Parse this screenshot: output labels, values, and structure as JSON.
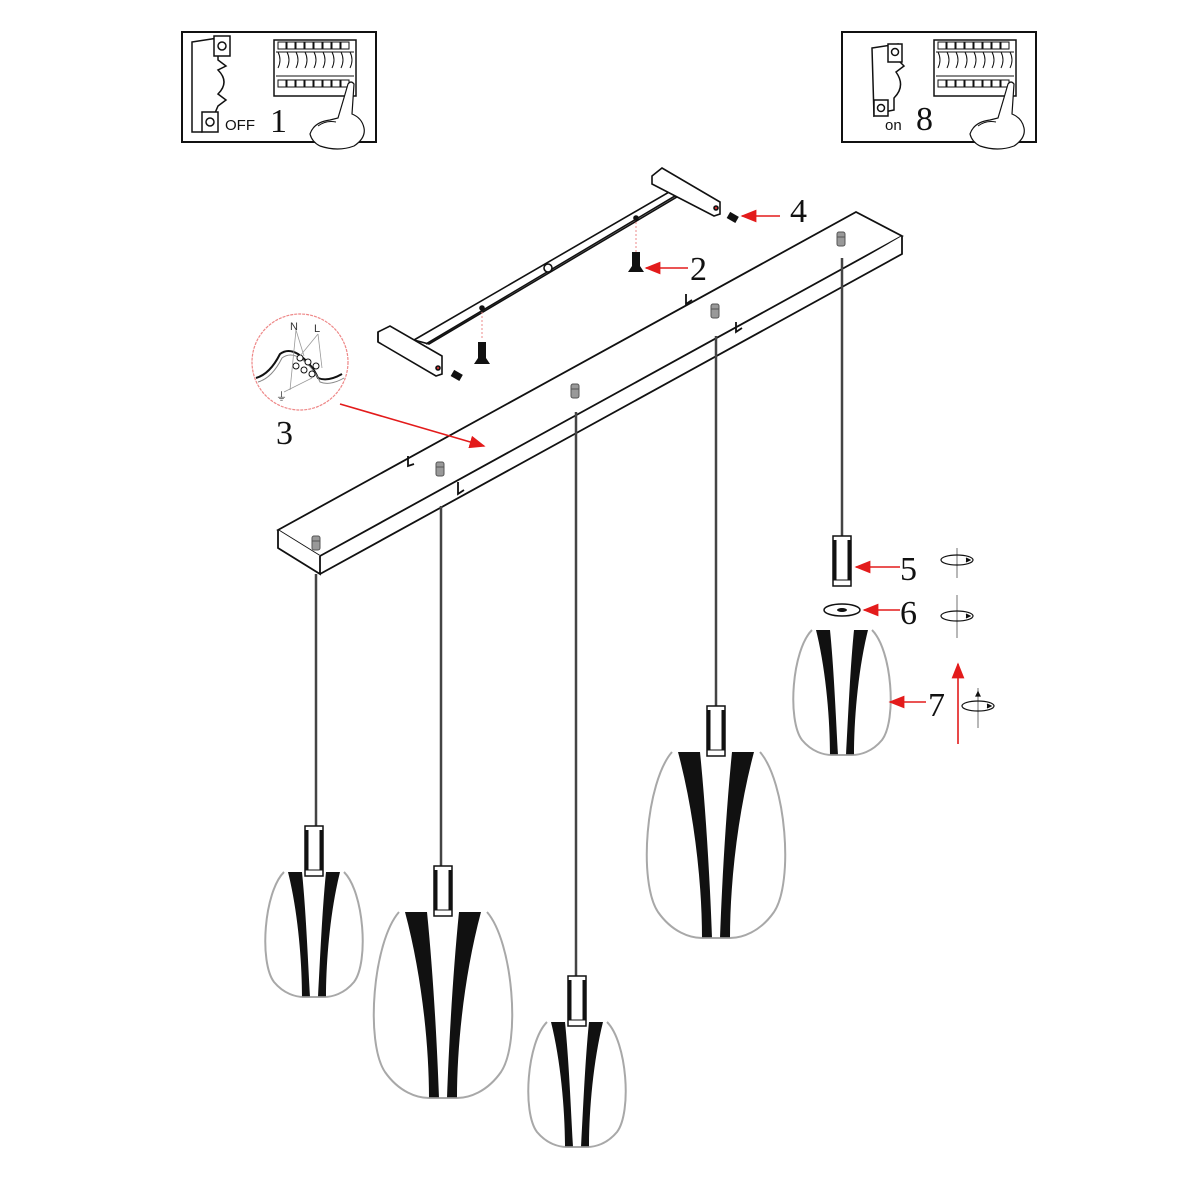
{
  "diagram": {
    "type": "assembly-instructions",
    "subject": "5-light linear pendant with teardrop glass shades"
  },
  "panels": {
    "power_off": {
      "step": "1",
      "switch_label": "OFF"
    },
    "power_on": {
      "step": "8",
      "switch_label": "on"
    }
  },
  "callouts": [
    {
      "id": "2",
      "label": "2",
      "part": "mounting-screw"
    },
    {
      "id": "3",
      "label": "3",
      "part": "wire-connection-detail"
    },
    {
      "id": "4",
      "label": "4",
      "part": "canopy-fixing-screw"
    },
    {
      "id": "5",
      "label": "5",
      "part": "lamp-holder-sleeve"
    },
    {
      "id": "6",
      "label": "6",
      "part": "shade-ring"
    },
    {
      "id": "7",
      "label": "7",
      "part": "glass-shade"
    }
  ],
  "wiring": {
    "neutral": "N",
    "live": "L",
    "earth_symbol": "⏚"
  },
  "pendants": [
    {
      "id": "p1",
      "size": "small"
    },
    {
      "id": "p2",
      "size": "large"
    },
    {
      "id": "p3",
      "size": "small"
    },
    {
      "id": "p4",
      "size": "large"
    },
    {
      "id": "p5",
      "size": "small-exploded"
    }
  ],
  "colors": {
    "line": "#111111",
    "accent_arrow": "#e31b1b",
    "glass": "#a8a8a8",
    "dotted_guide": "#e88"
  }
}
